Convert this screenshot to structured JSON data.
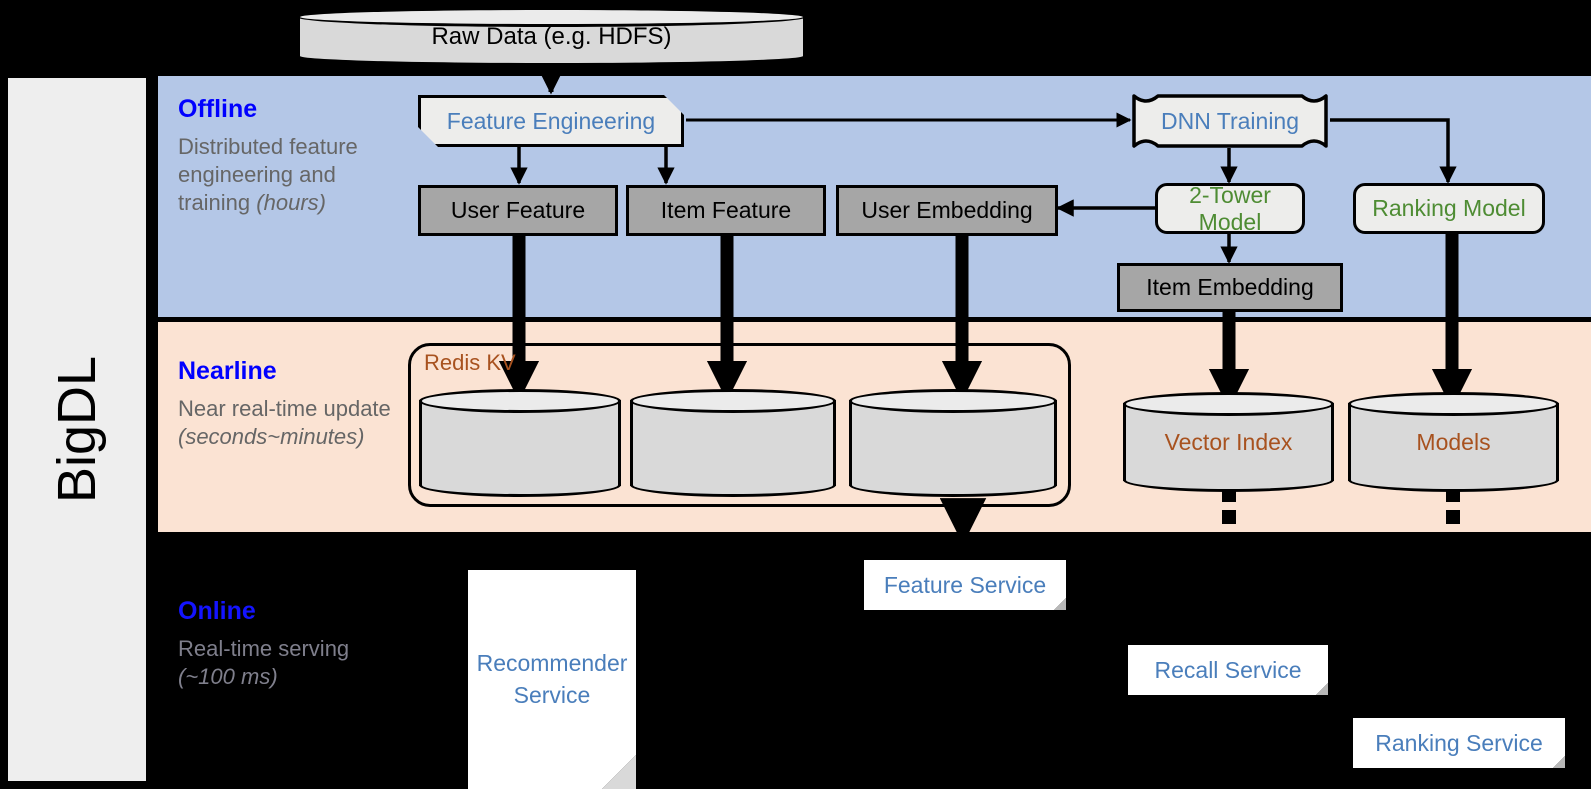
{
  "diagram": {
    "framework_label": "BigDL",
    "sections": [
      {
        "id": "offline",
        "title": "Offline",
        "subtitle_plain": "Distributed feature engineering and training ",
        "subtitle_em": "(hours)",
        "band_color": "#b4c7e7"
      },
      {
        "id": "nearline",
        "title": "Nearline",
        "subtitle_plain": "Near real-time update ",
        "subtitle_em": "(seconds~minutes)",
        "band_color": "#fbe3d3"
      },
      {
        "id": "online",
        "title": "Online",
        "subtitle_plain": "Real-time serving ",
        "subtitle_em": "(~100 ms)",
        "band_color": "#000000"
      }
    ],
    "nodes": {
      "raw_data": "Raw Data (e.g. HDFS)",
      "feature_engineering": "Feature Engineering",
      "dnn_training": "DNN Training",
      "user_feature": "User Feature",
      "item_feature": "Item Feature",
      "user_embedding": "User Embedding",
      "two_tower_model": "2-Tower Model",
      "ranking_model": "Ranking Model",
      "item_embedding": "Item Embedding",
      "redis_kv": "Redis KV",
      "vector_index": "Vector Index",
      "models": "Models",
      "recommender_service": "Recommender Service",
      "feature_service": "Feature Service",
      "recall_service": "Recall Service",
      "ranking_service": "Ranking Service"
    },
    "colors": {
      "heading_blue": "#0000ff",
      "process_text_blue": "#4a7ebb",
      "model_text_green": "#4e8c33",
      "store_text_brown": "#a8521f",
      "gray_box_fill": "#a6a6a6",
      "light_box_fill": "#ededeb",
      "cylinder_fill": "#d9d9d9",
      "offline_band": "#b4c7e7",
      "nearline_band": "#fbe3d3",
      "background": "#000000",
      "rail_fill": "#eeeeee"
    }
  }
}
